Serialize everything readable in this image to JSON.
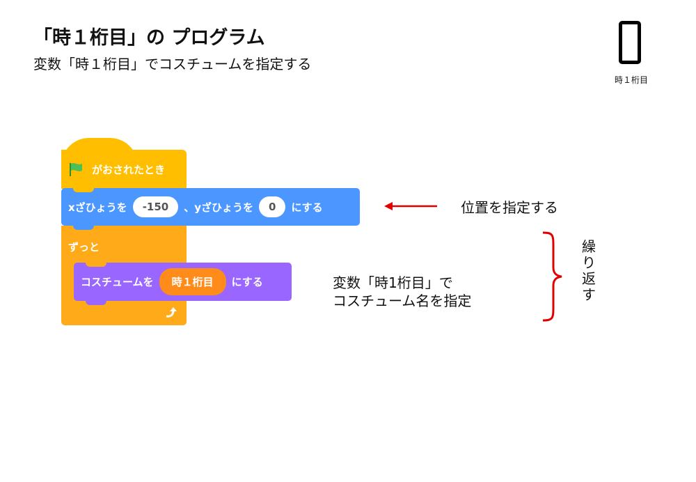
{
  "header": {
    "title": "「時１桁目」の プログラム",
    "subtitle": "変数「時１桁目」でコスチュームを指定する"
  },
  "costume": {
    "label": "時１桁目"
  },
  "blocks": {
    "hat": {
      "label": "がおされたとき"
    },
    "motion": {
      "prefix": "xざひょうを",
      "x": "-150",
      "mid": "、yざひょうを",
      "y": "0",
      "suffix": "にする"
    },
    "forever": {
      "label": "ずっと"
    },
    "looks": {
      "prefix": "コスチュームを",
      "value": "時１桁目",
      "suffix": "にする"
    }
  },
  "annotations": {
    "position": "位置を指定する",
    "costume_line1": "変数「時1桁目」で",
    "costume_line2": "コスチューム名を指定",
    "repeat": "繰り返す"
  },
  "colors": {
    "event": "#ffbf00",
    "motion": "#4c97ff",
    "control": "#ffab19",
    "looks": "#9966ff",
    "arrow": "#e00000"
  }
}
